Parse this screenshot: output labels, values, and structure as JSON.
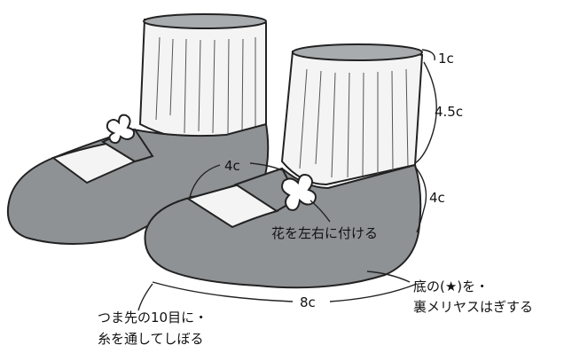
{
  "labels": {
    "dim_top": "1c",
    "dim_cuff": "4.5c",
    "dim_instep_right": "4c",
    "dim_instep_left": "4c",
    "dim_length": "8c",
    "flower_note": "花を左右に付ける",
    "sole_note_1": "底の(★)を・",
    "sole_note_2": "裏メリヤスはぎする",
    "toe_note_1": "つま先の10目に・",
    "toe_note_2": "糸を通してしぼる"
  },
  "colors": {
    "shoe_gray": "#8f9295",
    "sock_white": "#f4f4f4",
    "rim_gray": "#a9acaf",
    "outline": "#222222"
  }
}
